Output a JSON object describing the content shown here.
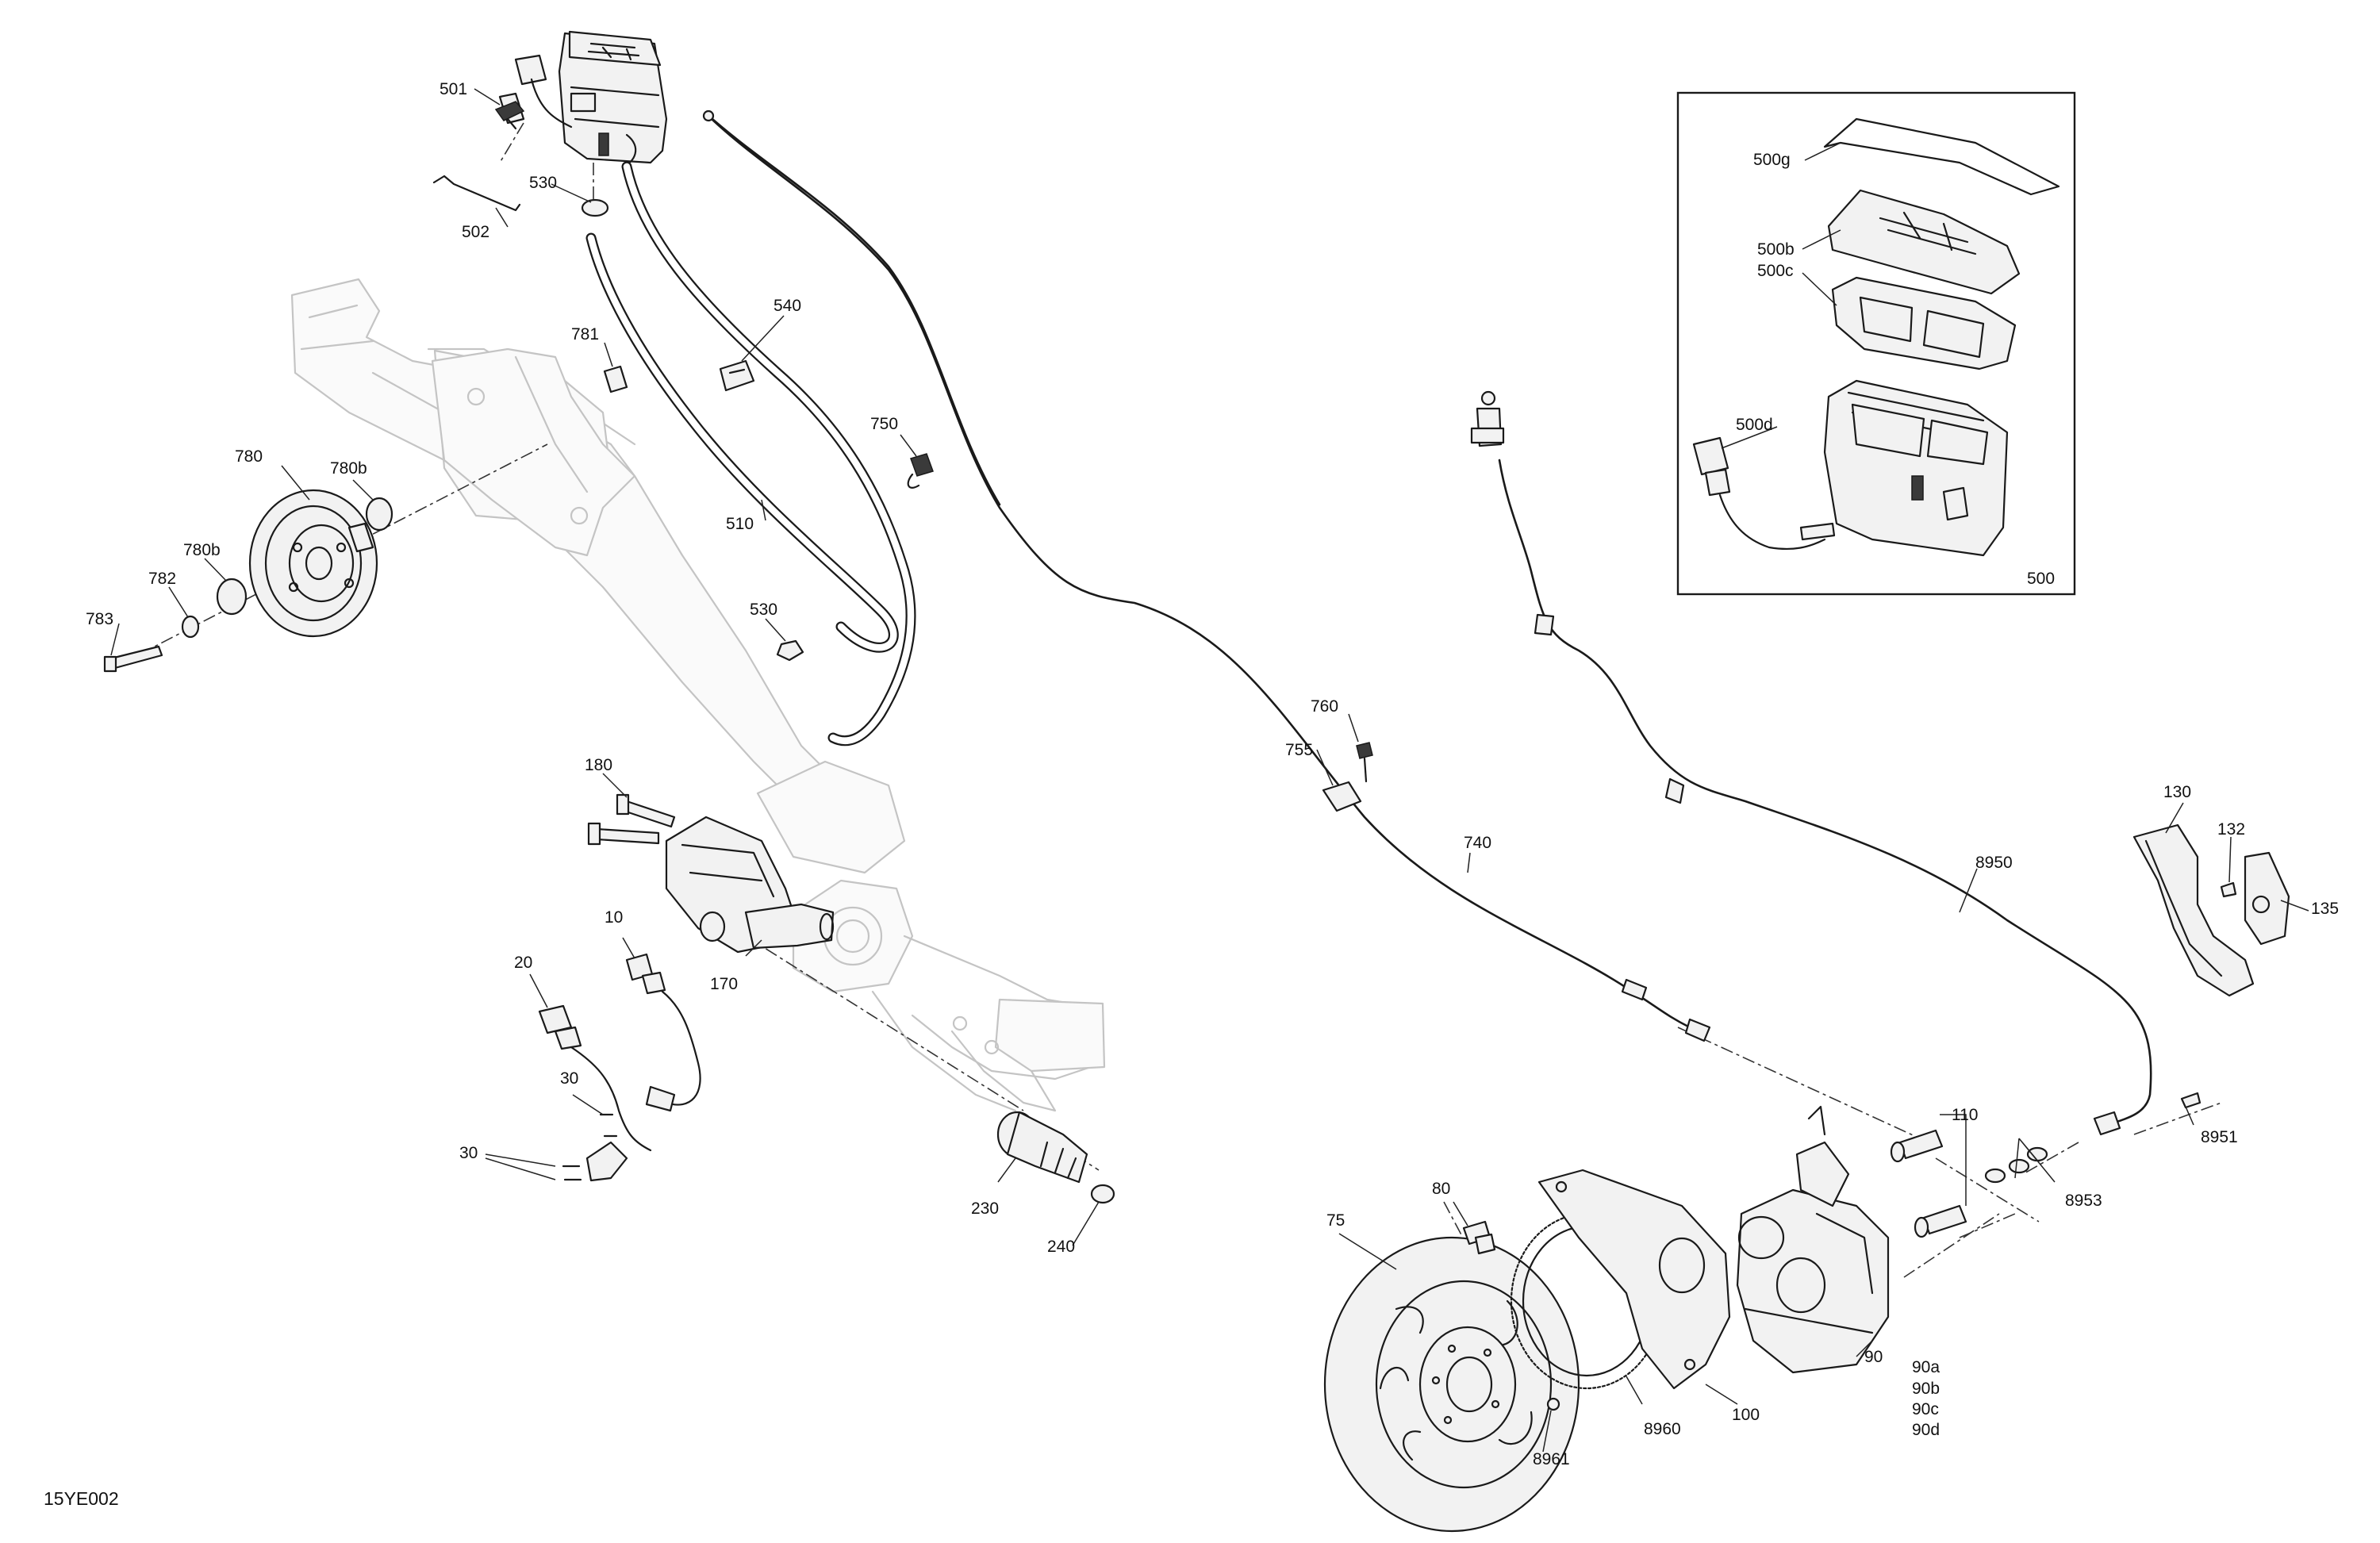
{
  "diagram_code": "15YE002",
  "inset_label": "500",
  "labels": {
    "p10": "10",
    "p20": "20",
    "p30a": "30",
    "p30b": "30",
    "p75": "75",
    "p80": "80",
    "p90": "90",
    "p90a": "90a",
    "p90b": "90b",
    "p90c": "90c",
    "p90d": "90d",
    "p100": "100",
    "p110": "110",
    "p130": "130",
    "p132": "132",
    "p135": "135",
    "p170": "170",
    "p180": "180",
    "p230": "230",
    "p240": "240",
    "p500b": "500b",
    "p500c": "500c",
    "p500d": "500d",
    "p500g": "500g",
    "p501": "501",
    "p502": "502",
    "p510": "510",
    "p530a": "530",
    "p530b": "530",
    "p540": "540",
    "p740": "740",
    "p750": "750",
    "p755": "755",
    "p760": "760",
    "p780": "780",
    "p780b_a": "780b",
    "p780b_b": "780b",
    "p781": "781",
    "p782": "782",
    "p783": "783",
    "p8950": "8950",
    "p8951": "8951",
    "p8953": "8953",
    "p8960": "8960",
    "p8961": "8961"
  }
}
